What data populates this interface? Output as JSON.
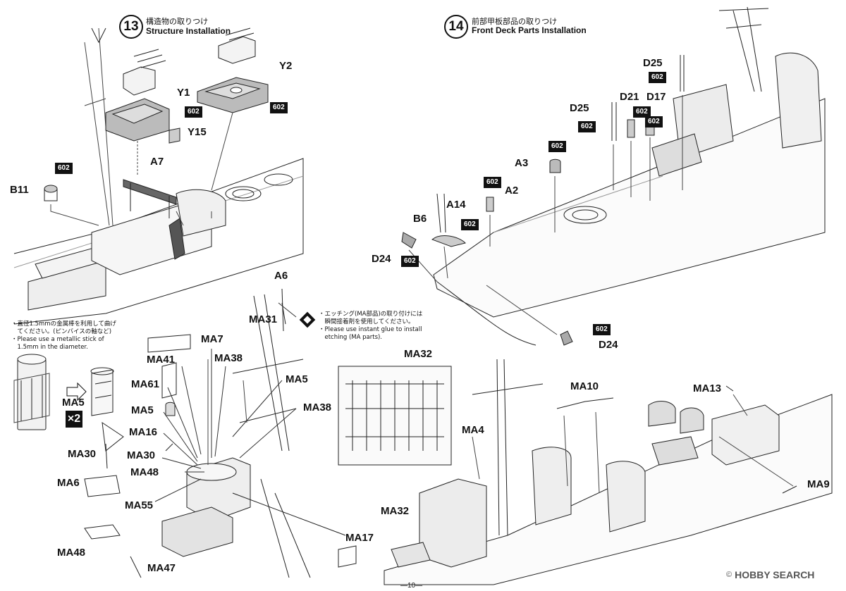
{
  "step13": {
    "number": "13",
    "title_jp": "構造物の取りつけ",
    "title_en": "Structure Installation",
    "labels": {
      "y1": "Y1",
      "y2": "Y2",
      "y15": "Y15",
      "a7": "A7",
      "b11": "B11",
      "a6": "A6",
      "paint_y1": "602",
      "paint_y2": "602",
      "paint_b11": "602"
    }
  },
  "step14": {
    "number": "14",
    "title_jp": "前部甲板部品の取りつけ",
    "title_en": "Front Deck Parts Installation",
    "labels": {
      "d25_top": "D25",
      "d25_mid": "D25",
      "d21": "D21",
      "d17": "D17",
      "a3": "A3",
      "a2": "A2",
      "a14": "A14",
      "b6": "B6",
      "d24_left": "D24",
      "d24_bottom": "D24",
      "paint_d25_top": "602",
      "paint_d25_mid": "602",
      "paint_d21": "602",
      "paint_d17": "602",
      "paint_a3": "602",
      "paint_a2": "602",
      "paint_b6": "602",
      "paint_d24_left": "602",
      "paint_d24_bottom": "602"
    }
  },
  "notes": {
    "metal_rod_jp1": "・直径1.5mmの金属棒を利用して曲げ",
    "metal_rod_jp2": "　てください。(ピンバイスの軸など)",
    "metal_rod_en1": "・Please use a metallic stick of",
    "metal_rod_en2": "　1.5mm in the diameter.",
    "etch_jp1": "・エッチング(MA部品)の取り付けには",
    "etch_jp2": "　瞬間接着剤を使用してください。",
    "etch_en1": "・Please use instant glue to install",
    "etch_en2": "　etching (MA parts)."
  },
  "lower_left_labels": {
    "ma31": "MA31",
    "ma7": "MA7",
    "ma41": "MA41",
    "ma38_a": "MA38",
    "ma5_top": "MA5",
    "ma61": "MA61",
    "ma38_b": "MA38",
    "ma5_mid": "MA5",
    "ma16": "MA16",
    "ma30_a": "MA30",
    "ma30_b": "MA30",
    "ma48_a": "MA48",
    "ma6": "MA6",
    "ma55": "MA55",
    "ma48_b": "MA48",
    "ma47": "MA47",
    "ma17": "MA17",
    "ma5_rod": "MA5",
    "times2": "×2"
  },
  "lower_right_labels": {
    "ma32_top": "MA32",
    "ma10": "MA10",
    "ma13": "MA13",
    "ma4": "MA4",
    "ma9": "MA9",
    "ma32_bottom": "MA32"
  },
  "footer": {
    "page_number": "—10—",
    "watermark_copy": "©",
    "watermark_text": "HOBBY SEARCH"
  }
}
